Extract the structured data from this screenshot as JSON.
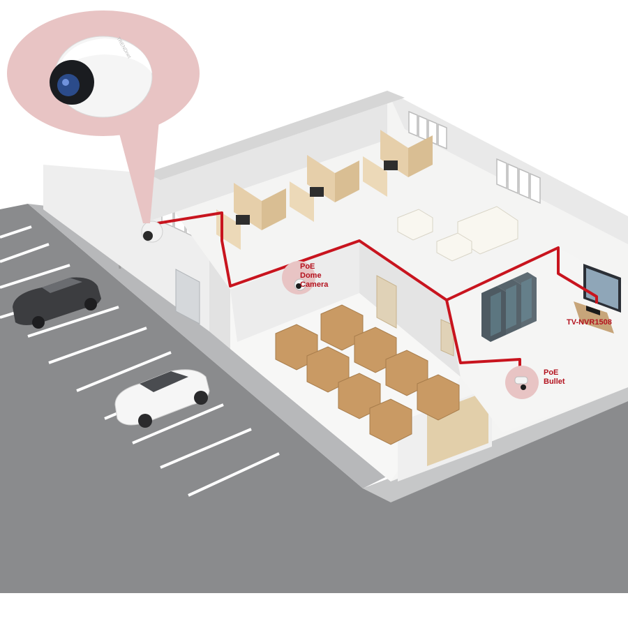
{
  "labels": {
    "dome": [
      "PoE",
      "Dome",
      "Camera"
    ],
    "bullet": [
      "PoE",
      "Bullet"
    ],
    "nvr": "TV-NVR1508"
  },
  "camera_brand": "TRENDnet",
  "colors": {
    "cable": "#c8141e",
    "callout": "#e8c4c4",
    "asphalt": "#8a8b8d",
    "floor": "#f4f4f3",
    "wall": "#e9e9e9",
    "wall_top": "#dcdcdc",
    "cubicle": "#e6cfaa",
    "box": "#c99a64",
    "server": "#4e5a62"
  },
  "icons": [
    "dome-camera-icon",
    "bullet-camera-icon",
    "nvr-icon",
    "car-icon",
    "street-lamp-icon",
    "server-rack-icon",
    "monitor-icon"
  ]
}
